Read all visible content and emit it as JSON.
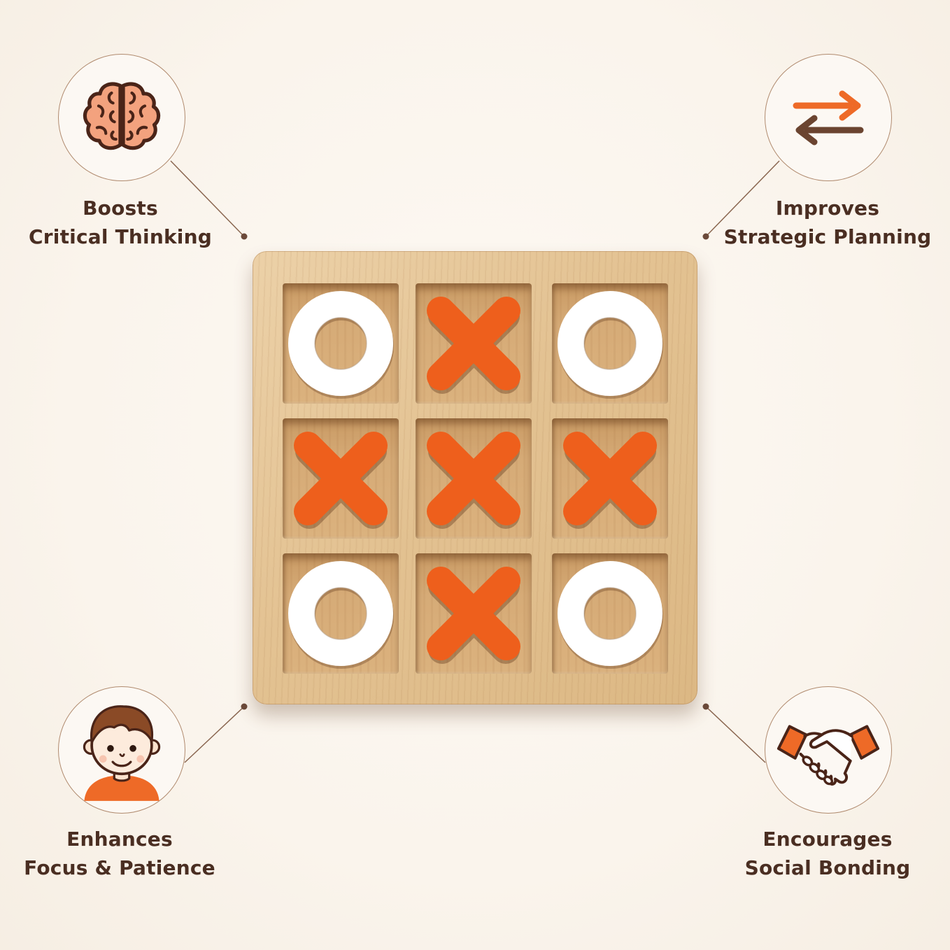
{
  "benefits": {
    "top_left": {
      "icon": "brain-icon",
      "line1": "Boosts",
      "line2": "Critical Thinking"
    },
    "top_right": {
      "icon": "swap-arrows-icon",
      "line1": "Improves",
      "line2": "Strategic Planning"
    },
    "bottom_left": {
      "icon": "child-face-icon",
      "line1": "Enhances",
      "line2": "Focus & Patience"
    },
    "bottom_right": {
      "icon": "handshake-icon",
      "line1": "Encourages",
      "line2": "Social Bonding"
    }
  },
  "board": {
    "cells": [
      "O",
      "X",
      "O",
      "X",
      "X",
      "X",
      "O",
      "X",
      "O"
    ]
  },
  "colors": {
    "accent_orange": "#ee5f1c",
    "text_brown": "#4a2e22",
    "ring_white": "#ffffff"
  }
}
